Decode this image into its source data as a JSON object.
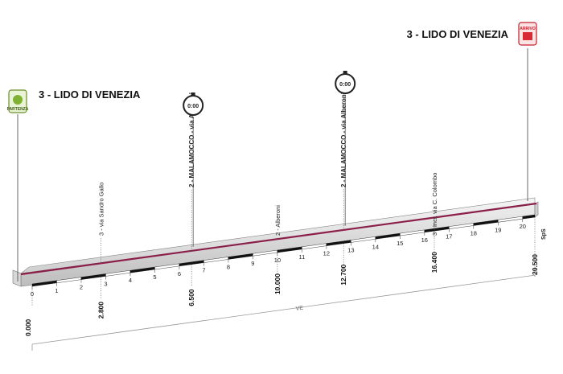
{
  "chart_data": {
    "type": "area",
    "total_distance": 20.5,
    "start_label": "3 - LIDO DI VENEZIA",
    "finish_label": "3 - LIDO DI VENEZIA",
    "start_badge": "PARTENZA",
    "finish_badge": "ARRIVO",
    "time_checks": [
      {
        "km": 6.5,
        "label": "0:00"
      },
      {
        "km": 12.7,
        "label": "0:00"
      }
    ],
    "waypoints": [
      {
        "km": 2.8,
        "label": "3 - via Sandro Gallo",
        "bold": false,
        "distance_label": "2.800"
      },
      {
        "km": 6.5,
        "label": "2 - MALAMOCCO - via Alberoni",
        "bold": true,
        "distance_label": "6.500"
      },
      {
        "km": 10.0,
        "label": "2 - Alberoni",
        "bold": false,
        "distance_label": "10.000"
      },
      {
        "km": 12.7,
        "label": "2 - MALAMOCCO - via Alberoni",
        "bold": true,
        "distance_label": "12.700"
      },
      {
        "km": 16.4,
        "label": "3 - Incr. via C. Colombo",
        "bold": false,
        "distance_label": "16.400"
      }
    ],
    "start_distance_label": "0.000",
    "end_distance_label": "20.500",
    "km_ticks": [
      "0",
      "1",
      "2",
      "3",
      "4",
      "5",
      "6",
      "7",
      "8",
      "9",
      "10",
      "11",
      "12",
      "13",
      "14",
      "15",
      "16",
      "17",
      "18",
      "19",
      "20"
    ],
    "province": "VE",
    "road_label": "SpS"
  }
}
